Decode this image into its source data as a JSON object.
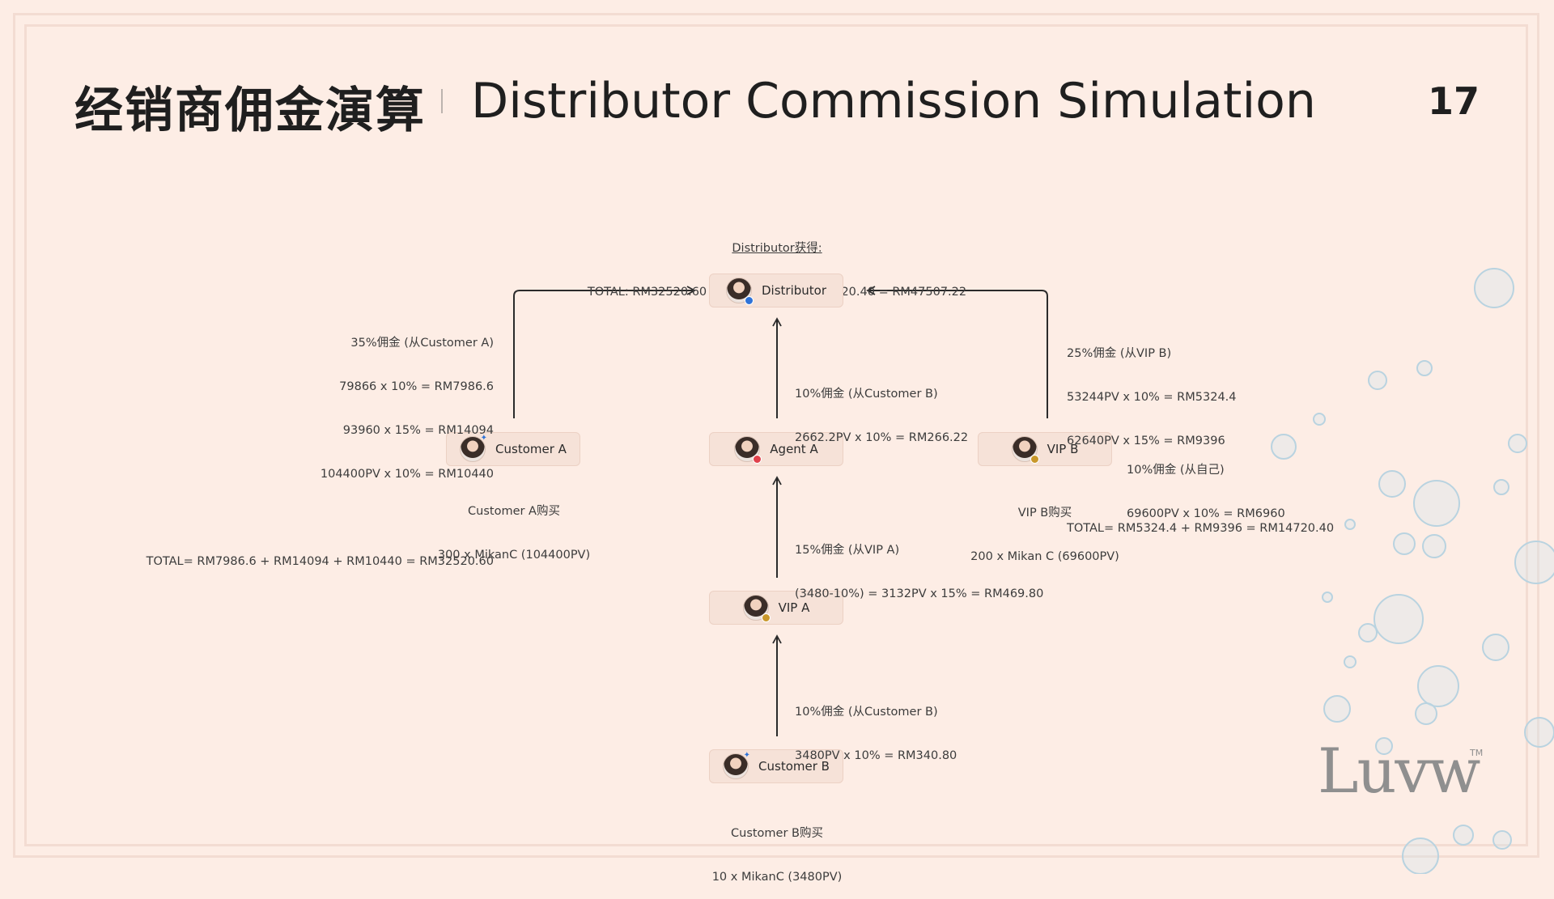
{
  "header": {
    "title_cn": "经销商佣金演算",
    "title_en": "Distributor Commission Simulation",
    "page_number": "17"
  },
  "total": {
    "label": "Distributor获得:",
    "formula": "TOTAL: RM32520.60 + RM266.22 + RM14720.40 = RM47507.22"
  },
  "nodes": {
    "distributor": "Distributor",
    "customer_a": "Customer A",
    "agent_a": "Agent A",
    "vip_b": "VIP B",
    "vip_a": "VIP A",
    "customer_b": "Customer B"
  },
  "purchases": {
    "customer_a": {
      "line1": "Customer A购买",
      "line2": "300 x MikanC (104400PV)"
    },
    "vip_b": {
      "line1": "VIP B购买",
      "line2": "200 x Mikan C (69600PV)"
    },
    "customer_b": {
      "line1": "Customer B购买",
      "line2": "10 x MikanC (3480PV)"
    }
  },
  "commissions": {
    "from_customer_a": {
      "lines": [
        "35%佣金 (从Customer A)",
        "79866 x 10% = RM7986.6",
        "93960 x 15% = RM14094",
        "104400PV x 10% = RM10440"
      ],
      "total": "TOTAL= RM7986.6 + RM14094 + RM10440 = RM32520.60"
    },
    "agent_to_distributor": {
      "lines": [
        "10%佣金 (从Customer B)",
        "2662.2PV x 10% = RM266.22"
      ]
    },
    "from_vip_b": {
      "lines": [
        "25%佣金 (从VIP B)",
        "53244PV x 10% = RM5324.4",
        "62640PV x 15% = RM9396"
      ],
      "total": "TOTAL= RM5324.4 + RM9396 = RM14720.40"
    },
    "vip_b_self": {
      "lines": [
        "10%佣金 (从自己)",
        "69600PV x 10% = RM6960"
      ]
    },
    "vip_a_to_agent": {
      "lines": [
        "15%佣金 (从VIP A)",
        "(3480-10%) = 3132PV x 15% = RM469.80"
      ]
    },
    "customer_b_to_vip_a": {
      "lines": [
        "10%佣金 (从Customer B)",
        "3480PV x 10% = RM340.80"
      ]
    }
  },
  "brand": {
    "logo": "Luvw",
    "tm": "TM"
  },
  "colors": {
    "background": "#fdede5",
    "node_fill": "#f6e2d8",
    "line": "#2b2b2b"
  }
}
